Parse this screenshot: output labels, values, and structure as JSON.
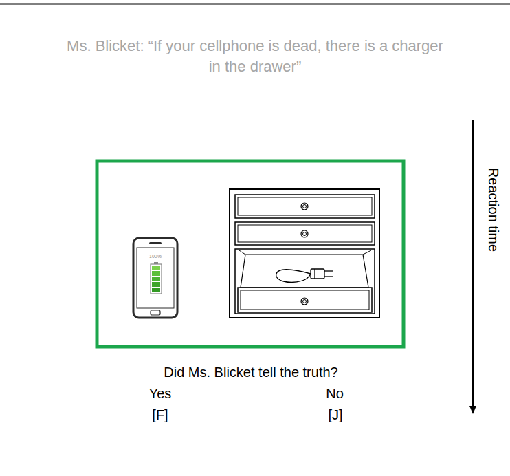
{
  "diagram": {
    "title": "Ms. Blicket: “If your cellphone is dead, there is a charger in the drawer”",
    "labels": [
      "100%",
      "Did Ms. Blicket tell the truth?",
      "Yes",
      "No",
      "[F]",
      "[J]",
      "Reaction time"
    ]
  }
}
